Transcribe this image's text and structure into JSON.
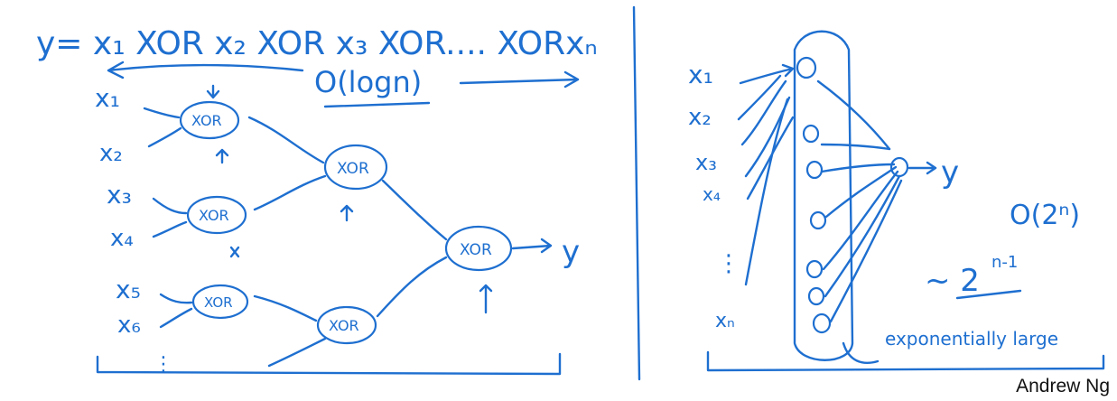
{
  "colors": {
    "ink": "#1e6fd0",
    "credit": "#111111"
  },
  "equation": "y= x₁ XOR x₂ XOR x₃ XOR.... XORxₙ",
  "left_complexity": "O(logn)",
  "inputs_left": [
    "x₁",
    "x₂",
    "x₃",
    "x₄",
    "x₅",
    "x₆"
  ],
  "gate_label": "XOR",
  "left_output": "y",
  "inputs_right": [
    "x₁",
    "x₂",
    "x₃",
    "x₄",
    "xₙ"
  ],
  "right_output": "y",
  "right_complexity": "O(2ⁿ)",
  "approx_label": "~ 2",
  "approx_exponent": "n-1",
  "annotation": "exponentially large",
  "credit": "Andrew Ng"
}
